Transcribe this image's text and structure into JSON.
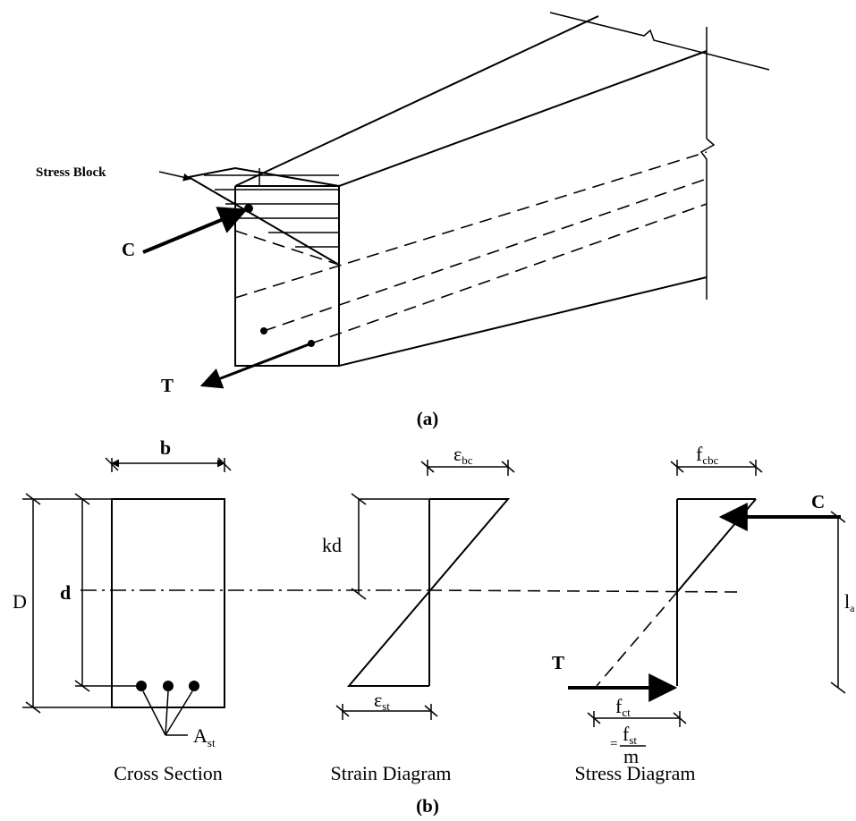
{
  "part_a": {
    "caption": "(a)",
    "stress_block_label": "Stress Block",
    "compression_label": "C",
    "tension_label": "T"
  },
  "part_b": {
    "caption": "(b)",
    "cross_section": {
      "title": "Cross Section",
      "width_label": "b",
      "overall_depth_label": "D",
      "effective_depth_label": "d",
      "steel_area_main": "A",
      "steel_area_sub": "st"
    },
    "strain_diagram": {
      "title": "Strain Diagram",
      "neutral_axis_depth_label": "kd",
      "top_strain_main": "ε",
      "top_strain_sub": "bc",
      "bottom_strain_main": "ε",
      "bottom_strain_sub": "st"
    },
    "stress_diagram": {
      "title": "Stress Diagram",
      "top_stress_main": "f",
      "top_stress_sub": "cbc",
      "bottom_stress_main": "f",
      "bottom_stress_sub": "ct",
      "equals_sign": "=",
      "fraction_num_main": "f",
      "fraction_num_sub": "st",
      "fraction_den": "m",
      "compression_label": "C",
      "tension_label": "T",
      "lever_arm_main": "l",
      "lever_arm_sub": "a"
    }
  },
  "colors": {
    "ink": "#000000",
    "paper": "#ffffff"
  }
}
